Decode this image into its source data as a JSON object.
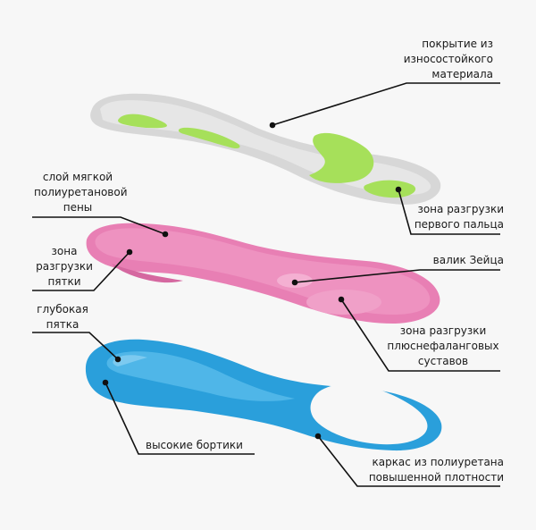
{
  "colors": {
    "background": "#f7f7f7",
    "top_layer": "#d8d8d8",
    "top_accent": "#a6e05a",
    "middle_layer": "#e87fb4",
    "bottom_layer": "#2a9fdb",
    "leader_line": "#111111"
  },
  "labels": {
    "coating": [
      "покрытие из",
      "износостойкого",
      "материала"
    ],
    "first_toe": [
      "зона разгрузки",
      "первого пальца"
    ],
    "soft_foam": [
      "слой мягкой",
      "полиуретановой",
      "пены"
    ],
    "heel_zone": [
      "зона",
      "разгрузки",
      "пятки"
    ],
    "zeitz_pad": [
      "валик Зейца"
    ],
    "metatarsal": [
      "зона разгрузки",
      "плюснефаланговых",
      "суставов"
    ],
    "deep_heel": [
      "глубокая",
      "пятка"
    ],
    "high_sides": [
      "высокие бортики"
    ],
    "frame": [
      "каркас из полиуретана",
      "повышенной плотности"
    ]
  }
}
